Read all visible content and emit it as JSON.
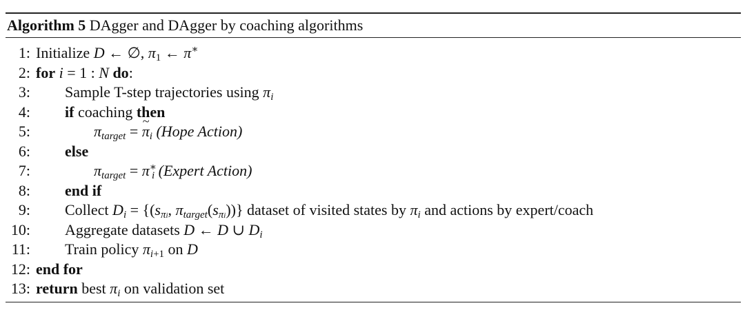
{
  "caption": {
    "label": "Algorithm 5",
    "title": "DAgger and DAgger by coaching algorithms"
  },
  "lines": [
    {
      "num": "1:",
      "text": "Initialize D ← ∅, π1 ← π*"
    },
    {
      "num": "2:",
      "text": "for i = 1 : N do:"
    },
    {
      "num": "3:",
      "text": "Sample T-step trajectories using πi"
    },
    {
      "num": "4:",
      "text": "if coaching then"
    },
    {
      "num": "5:",
      "text": "πtarget = π̃i (Hope Action)"
    },
    {
      "num": "6:",
      "text": "else"
    },
    {
      "num": "7:",
      "text": "πtarget = πi* (Expert Action)"
    },
    {
      "num": "8:",
      "text": "end if"
    },
    {
      "num": "9:",
      "text": "Collect Di = {(sπi, πtarget(sπi))} dataset of visited states by πi and actions by expert/coach"
    },
    {
      "num": "10:",
      "text": "Aggregate datasets D ← D ∪ Di"
    },
    {
      "num": "11:",
      "text": "Train policy πi+1 on D"
    },
    {
      "num": "12:",
      "text": "end for"
    },
    {
      "num": "13:",
      "text": "return best πi on validation set"
    }
  ],
  "tokens": {
    "initialize": "Initialize",
    "for_kw": "for",
    "do_kw": "do",
    "sample": "Sample T-step trajectories using",
    "if_kw": "if",
    "coaching": "coaching",
    "then_kw": "then",
    "hope_action": "(Hope Action)",
    "else_kw": "else",
    "expert_action": "(Expert Action)",
    "end_if": "end if",
    "collect": "Collect",
    "collect_tail_1": "dataset of visited states by",
    "collect_tail_2": "and actions by expert/coach",
    "aggregate": "Aggregate datasets",
    "train": "Train policy",
    "on": "on",
    "end_for": "end for",
    "return_kw": "return",
    "return_tail_1": "best",
    "return_tail_2": "on validation set"
  }
}
